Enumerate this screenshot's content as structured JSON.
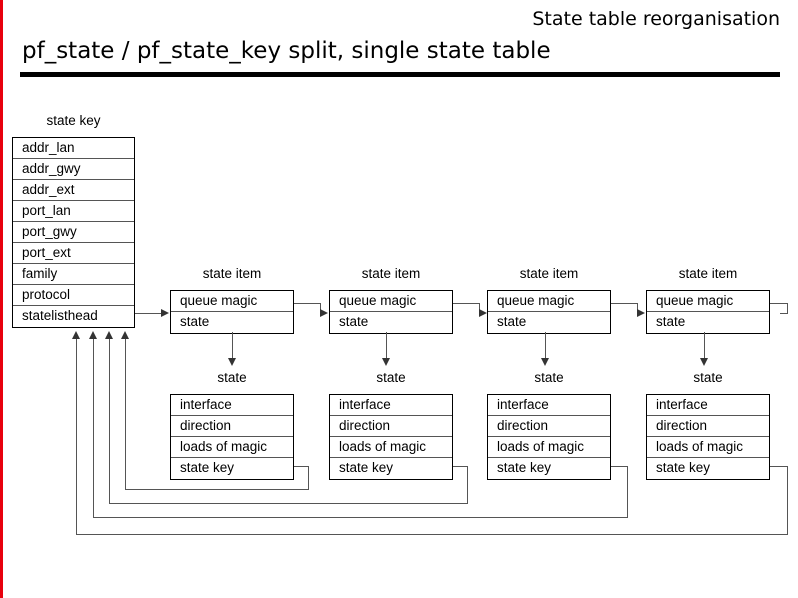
{
  "slide": {
    "kicker": "State table reorganisation",
    "title": "pf_state / pf_state_key split, single state table"
  },
  "state_key": {
    "caption": "state key",
    "fields": [
      "addr_lan",
      "addr_gwy",
      "addr_ext",
      "port_lan",
      "port_gwy",
      "port_ext",
      "family",
      "protocol",
      "statelisthead"
    ]
  },
  "state_item": {
    "caption": "state item",
    "fields": [
      "queue magic",
      "state"
    ]
  },
  "state": {
    "caption": "state",
    "fields": [
      "interface",
      "direction",
      "loads of magic",
      "state key"
    ]
  },
  "columns": [
    {
      "item_caption": "state item",
      "item_fields": [
        "queue magic",
        "state"
      ],
      "state_caption": "state",
      "state_fields": [
        "interface",
        "direction",
        "loads of magic",
        "state key"
      ]
    },
    {
      "item_caption": "state item",
      "item_fields": [
        "queue magic",
        "state"
      ],
      "state_caption": "state",
      "state_fields": [
        "interface",
        "direction",
        "loads of magic",
        "state key"
      ]
    },
    {
      "item_caption": "state item",
      "item_fields": [
        "queue magic",
        "state"
      ],
      "state_caption": "state",
      "state_fields": [
        "interface",
        "direction",
        "loads of magic",
        "state key"
      ]
    },
    {
      "item_caption": "state item",
      "item_fields": [
        "queue magic",
        "state"
      ],
      "state_caption": "state",
      "state_fields": [
        "interface",
        "direction",
        "loads of magic",
        "state key"
      ]
    }
  ],
  "colors": {
    "accent": "#e8000d",
    "line": "#555555",
    "text": "#000000",
    "rule": "#000000"
  }
}
